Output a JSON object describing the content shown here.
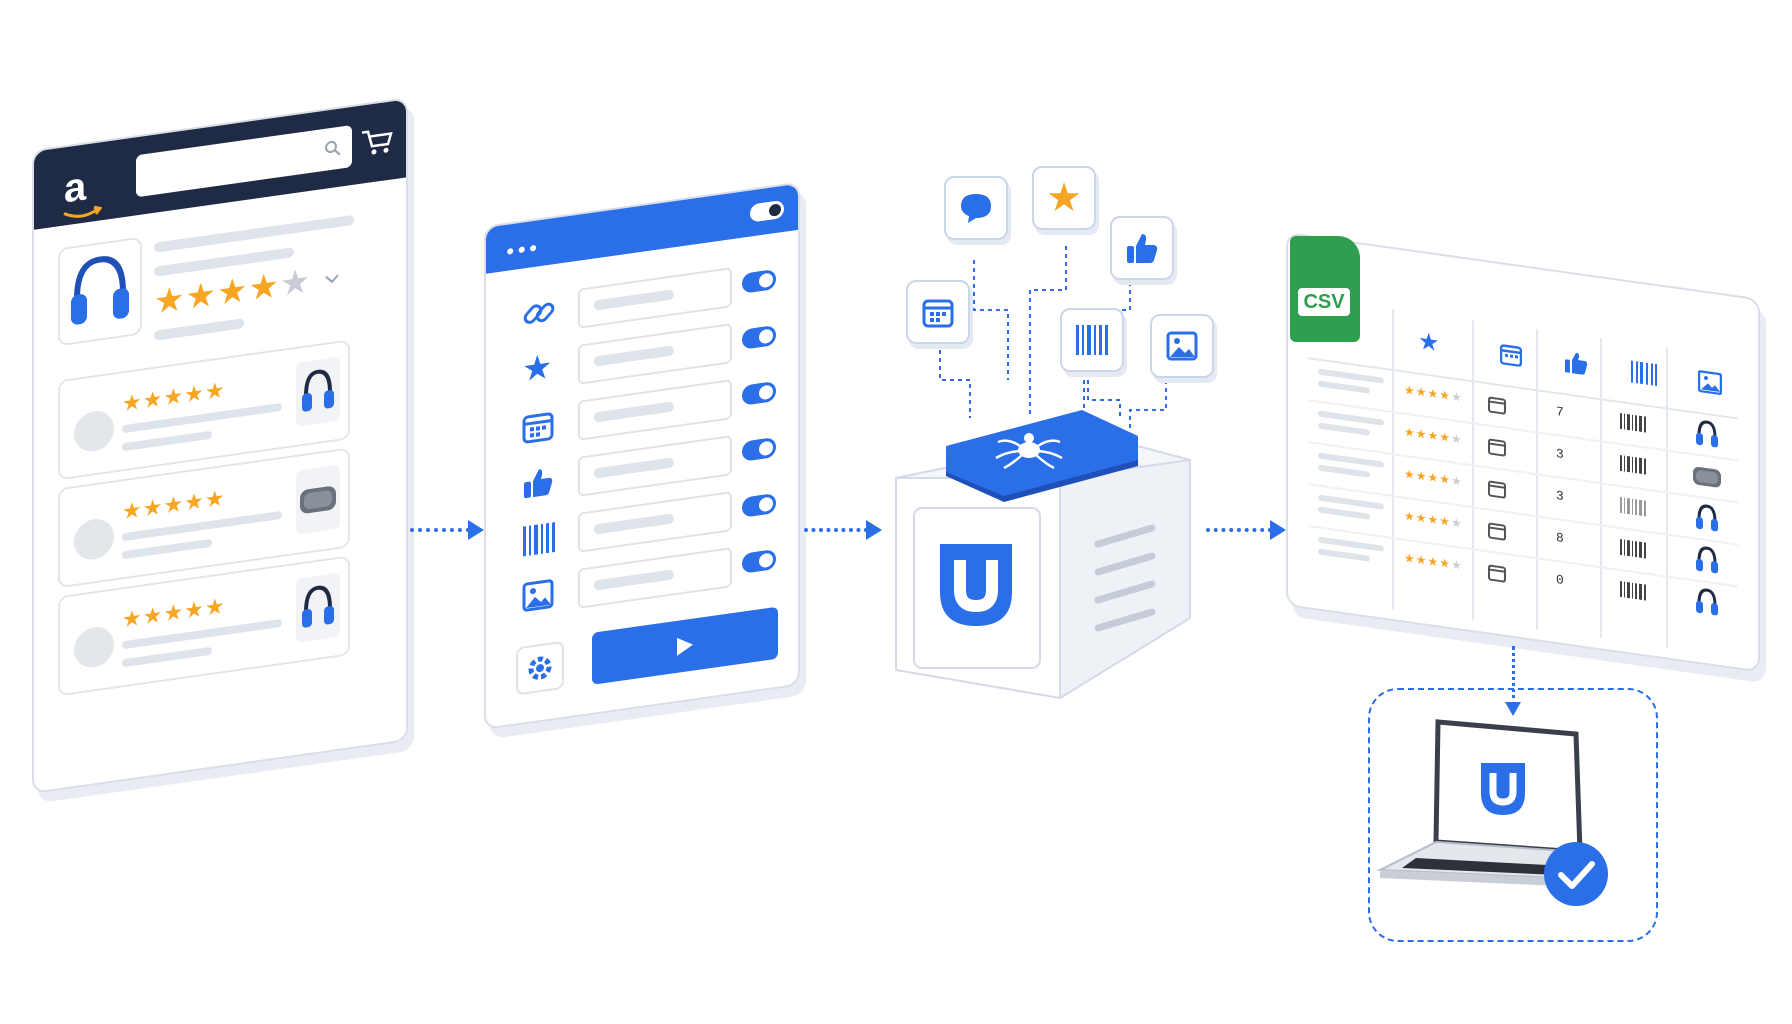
{
  "brand": {
    "letter": "a"
  },
  "spreadsheet": {
    "badge": "CSV",
    "row_numbers": [
      "7",
      "3",
      "3",
      "8",
      "0"
    ]
  },
  "colors": {
    "accent": "#2a6fe8",
    "navy": "#1f2a44",
    "star": "#f6a623",
    "csv_green": "#2e9e4f"
  },
  "icons": [
    "search-icon",
    "cart-icon",
    "headphones-icon",
    "speaker-icon",
    "link-icon",
    "star-icon",
    "calendar-icon",
    "thumbs-up-icon",
    "barcode-icon",
    "image-icon",
    "gear-icon",
    "play-icon",
    "chat-icon",
    "spider-icon",
    "shield-u-icon",
    "check-icon",
    "laptop-icon"
  ]
}
